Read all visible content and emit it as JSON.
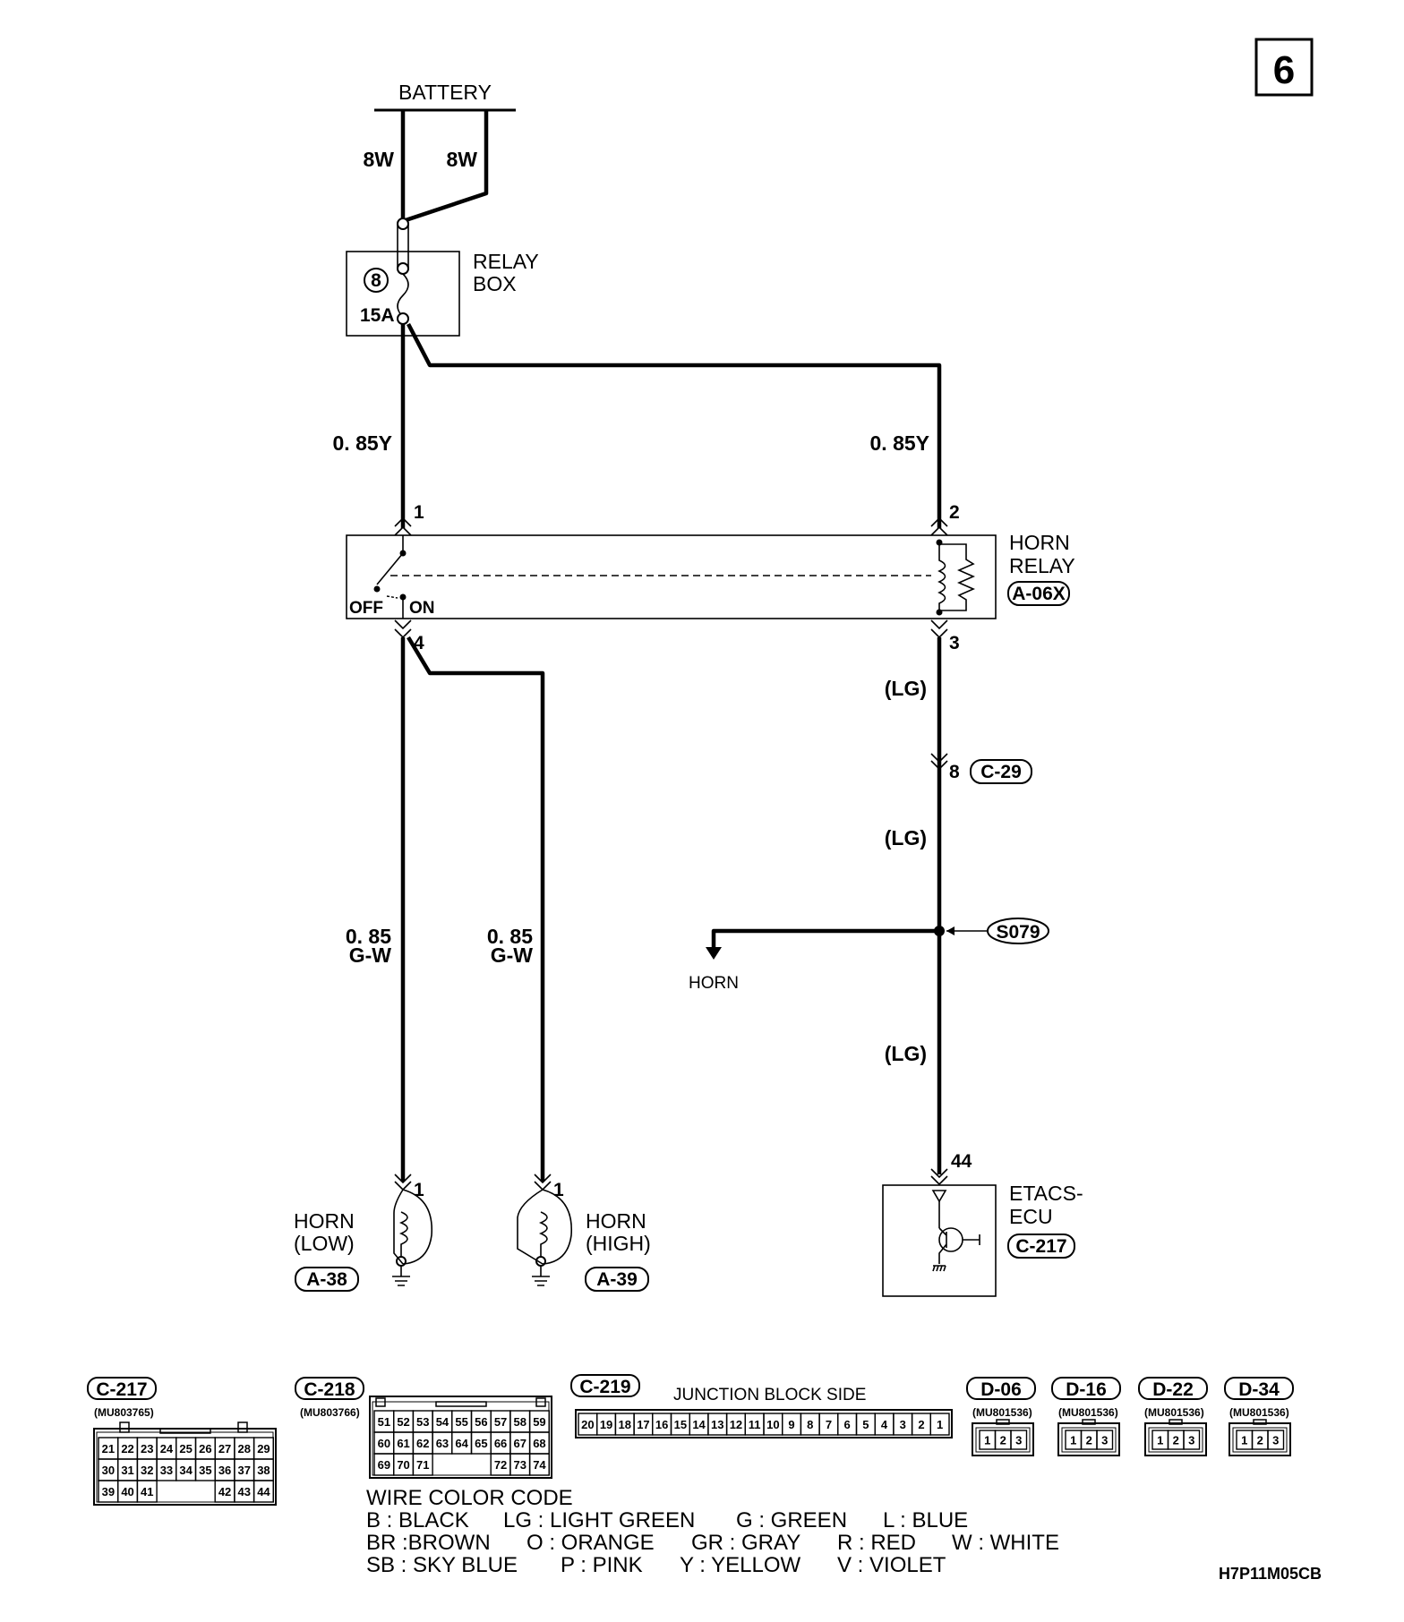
{
  "page_number": "6",
  "battery": "BATTERY",
  "wire_8w": "8W",
  "relay_box": {
    "line1": "RELAY",
    "line2": "BOX",
    "fuse_no": "8",
    "fuse_amp": "15A"
  },
  "wire_085y": "0. 85Y",
  "horn_relay": {
    "line1": "HORN",
    "line2": "RELAY",
    "connector": "A-06X",
    "pin1": "1",
    "pin2": "2",
    "pin3": "3",
    "pin4": "4",
    "off": "OFF",
    "on": "ON"
  },
  "wire_lg": "(LG)",
  "c29": {
    "pin": "8",
    "connector": "C-29"
  },
  "splice": "S079",
  "horn_branch": "HORN",
  "wire_085": "0. 85",
  "wire_gw": "G-W",
  "etacs": {
    "line1": "ETACS-",
    "line2": "ECU",
    "connector": "C-217",
    "pin": "44"
  },
  "horn_low": {
    "line1": "HORN",
    "line2": "(LOW)",
    "connector": "A-38",
    "pin": "1"
  },
  "horn_high": {
    "line1": "HORN",
    "line2": "(HIGH)",
    "connector": "A-39",
    "pin": "1"
  },
  "connectors": {
    "c217": {
      "id": "C-217",
      "part": "(MU803765)",
      "row1": [
        "21",
        "22",
        "23",
        "24",
        "25",
        "26",
        "27",
        "28",
        "29"
      ],
      "row2": [
        "30",
        "31",
        "32",
        "33",
        "34",
        "35",
        "36",
        "37",
        "38"
      ],
      "row3a": [
        "39",
        "40",
        "41"
      ],
      "row3b": [
        "42",
        "43",
        "44"
      ]
    },
    "c218": {
      "id": "C-218",
      "part": "(MU803766)",
      "row1": [
        "51",
        "52",
        "53",
        "54",
        "55",
        "56",
        "57",
        "58",
        "59"
      ],
      "row2": [
        "60",
        "61",
        "62",
        "63",
        "64",
        "65",
        "66",
        "67",
        "68"
      ],
      "row3a": [
        "69",
        "70",
        "71"
      ],
      "row3b": [
        "72",
        "73",
        "74"
      ]
    },
    "c219": {
      "id": "C-219",
      "caption": "JUNCTION BLOCK SIDE",
      "cells": [
        "20",
        "19",
        "18",
        "17",
        "16",
        "15",
        "14",
        "13",
        "12",
        "11",
        "10",
        "9",
        "8",
        "7",
        "6",
        "5",
        "4",
        "3",
        "2",
        "1"
      ]
    },
    "d06": {
      "id": "D-06",
      "part": "(MU801536)"
    },
    "d16": {
      "id": "D-16",
      "part": "(MU801536)"
    },
    "d22": {
      "id": "D-22",
      "part": "(MU801536)"
    },
    "d34": {
      "id": "D-34",
      "part": "(MU801536)"
    },
    "pins3": [
      "1",
      "2",
      "3"
    ]
  },
  "legend": {
    "title": "WIRE COLOR CODE",
    "row1": [
      "B : BLACK",
      "LG : LIGHT GREEN",
      "G : GREEN",
      "L : BLUE"
    ],
    "row2": [
      "BR :BROWN",
      "O : ORANGE",
      "GR : GRAY",
      "R : RED",
      "W : WHITE"
    ],
    "row3": [
      "SB : SKY BLUE",
      "P : PINK",
      "Y : YELLOW",
      "V : VIOLET"
    ]
  },
  "figure_code": "H7P11M05CB"
}
